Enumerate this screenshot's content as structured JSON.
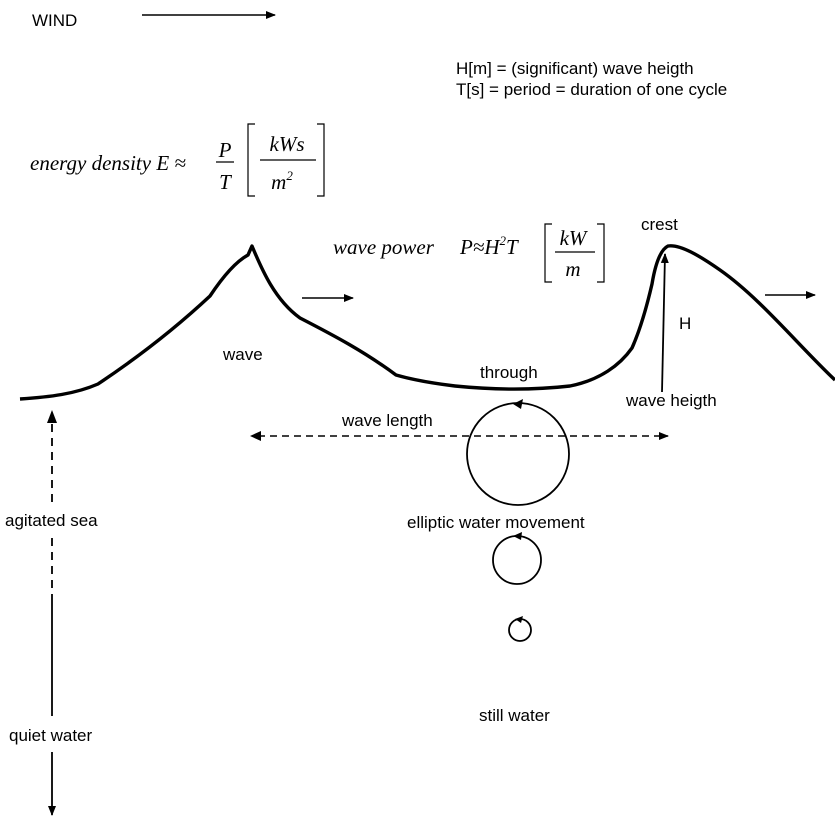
{
  "labels": {
    "wind": "WIND",
    "legend_h": "H[m] = (significant) wave heigth",
    "legend_t": "T[s] = period = duration of one cycle",
    "crest": "crest",
    "h": "H",
    "wave": "wave",
    "through": "through",
    "wave_heigth": "wave heigth",
    "wave_length": "wave length",
    "elliptic": "elliptic water movement",
    "agitated_sea": "agitated sea",
    "still_water": "still water",
    "quiet_water": "quiet water"
  },
  "formulas": {
    "energy": {
      "prefix": "energy density E ≈",
      "num": "P",
      "den": "T",
      "unit_num": "kWs",
      "unit_den_base": "m",
      "unit_den_exp": "2"
    },
    "power": {
      "prefix": "wave power",
      "lhs": "P≈H",
      "exp": "2",
      "tail": "T",
      "unit_num": "kW",
      "unit_den": "m"
    }
  }
}
